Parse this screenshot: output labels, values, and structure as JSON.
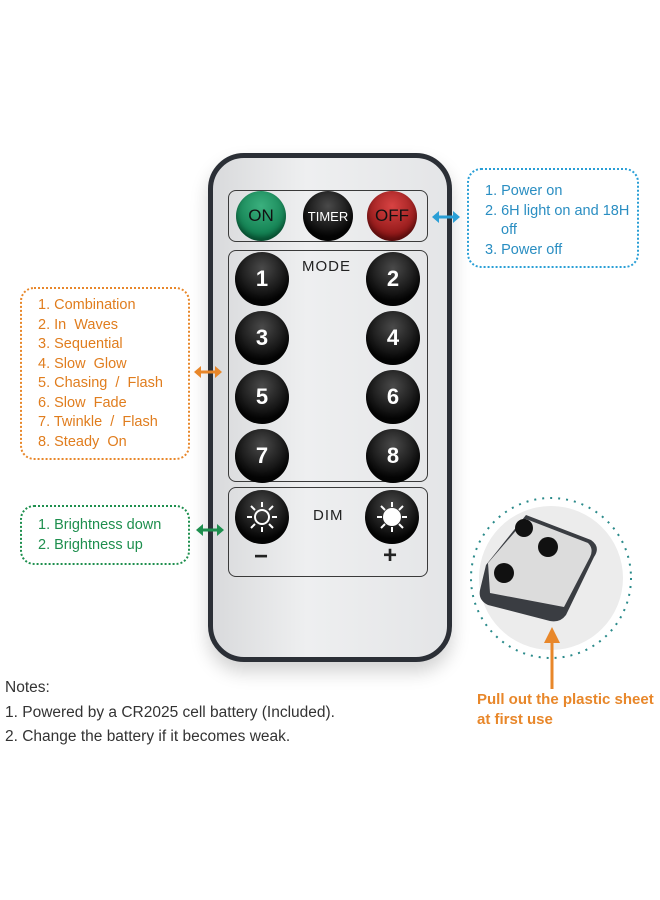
{
  "remote": {
    "top_buttons": [
      "ON",
      "TIMER",
      "OFF"
    ],
    "mode_label": "MODE",
    "mode_buttons": [
      "1",
      "2",
      "3",
      "4",
      "5",
      "6",
      "7",
      "8"
    ],
    "dim_label": "DIM",
    "minus": "−",
    "plus": "+"
  },
  "callouts": {
    "power": [
      "1. Power on",
      "2. 6H light on and 18H",
      "off",
      "3. Power off"
    ],
    "modes": [
      "1. Combination",
      "2. In  Waves",
      "3. Sequential",
      "4. Slow  Glow",
      "5. Chasing  /  Flash",
      "6. Slow  Fade",
      "7. Twinkle  /  Flash",
      "8. Steady  On"
    ],
    "dim": [
      "1. Brightness down",
      "2. Brightness up"
    ]
  },
  "battery_tip": [
    "Pull out the plastic sheet",
    "at first use"
  ],
  "notes": [
    "Notes:",
    "1. Powered by a CR2025 cell battery (Included).",
    "2. Change the battery if it becomes weak."
  ],
  "colors": {
    "blue": "#2a9fd6",
    "orange": "#e8872a",
    "green": "#1e8f4e"
  }
}
